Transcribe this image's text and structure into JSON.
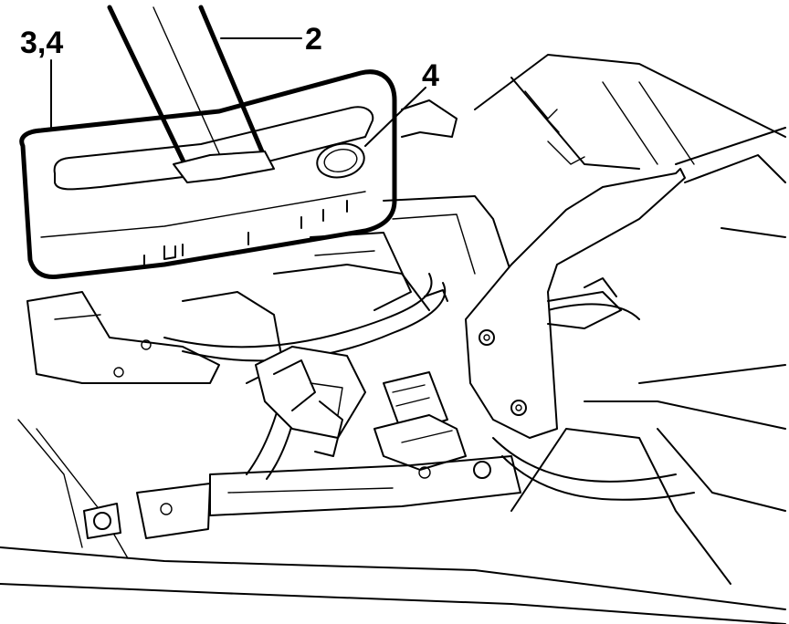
{
  "callouts": {
    "label_3_4": "3,4",
    "label_2": "2",
    "label_4": "4"
  },
  "colors": {
    "line": "#000000",
    "background": "#ffffff"
  }
}
